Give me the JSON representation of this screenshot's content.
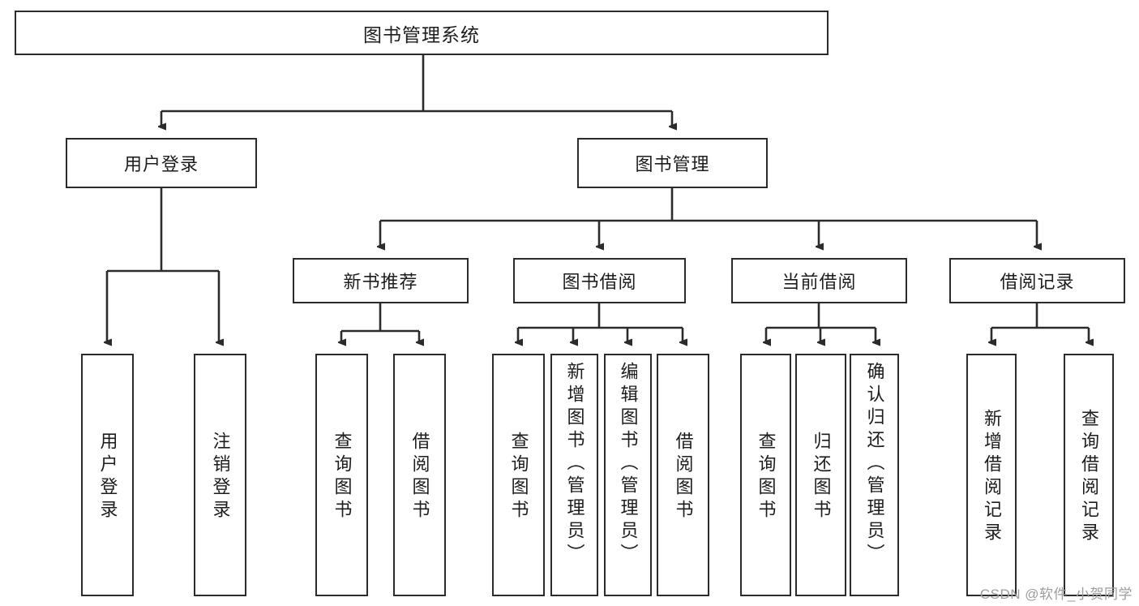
{
  "diagram": {
    "title": "图书管理系统",
    "type": "tree-hierarchy",
    "root": {
      "label": "图书管理系统"
    },
    "level2": [
      {
        "label": "用户登录"
      },
      {
        "label": "图书管理"
      }
    ],
    "level3": [
      {
        "label": "新书推荐"
      },
      {
        "label": "图书借阅"
      },
      {
        "label": "当前借阅"
      },
      {
        "label": "借阅记录"
      }
    ],
    "leaves": {
      "user_login": [
        {
          "label": "用户登录"
        },
        {
          "label": "注销登录"
        }
      ],
      "new_book_recommend": [
        {
          "label": "查询图书"
        },
        {
          "label": "借阅图书"
        }
      ],
      "book_borrow": [
        {
          "label": "查询图书"
        },
        {
          "label": "新增图书（管理员）"
        },
        {
          "label": "编辑图书（管理员）"
        },
        {
          "label": "借阅图书"
        }
      ],
      "current_borrow": [
        {
          "label": "查询图书"
        },
        {
          "label": "归还图书"
        },
        {
          "label": "确认归还（管理员）"
        }
      ],
      "borrow_record": [
        {
          "label": "新增借阅记录"
        },
        {
          "label": "查询借阅记录"
        }
      ]
    }
  },
  "watermark": {
    "text": "CSDN @软件_小贺同学"
  },
  "colors": {
    "stroke": "#2b2b2b",
    "background": "#ffffff",
    "text": "#1d1d1d",
    "watermark": "#9d9d9d"
  }
}
